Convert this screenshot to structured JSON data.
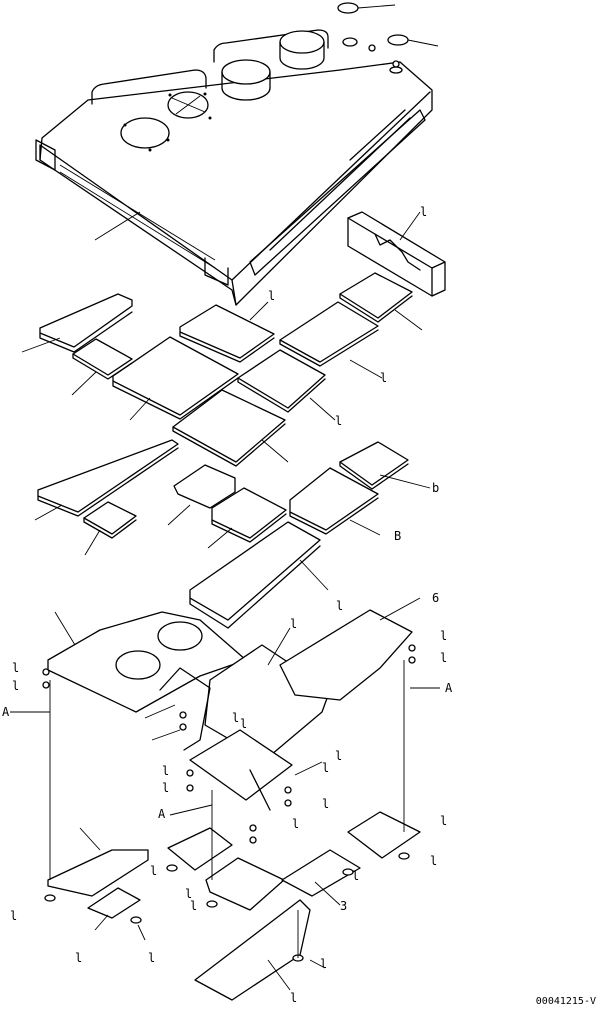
{
  "drawing_code": "00041215-V",
  "callouts": {
    "c1": "l",
    "c2": "l",
    "c3": "l",
    "c4": "l",
    "c5": "b",
    "c6": "B",
    "c7": "6",
    "c8": "l",
    "c9": "l",
    "c10": "l",
    "c11": "l",
    "c12": "A",
    "c13": "l",
    "c14": "l",
    "c15": "l",
    "c16": "l",
    "c17": "A",
    "c18": "l",
    "c19": "l",
    "c20": "l",
    "c21": "A",
    "c22": "l",
    "c23": "l",
    "c24": "l",
    "c25": "l",
    "c26": "l",
    "c27": "l",
    "c28": "l",
    "c29": "l",
    "c30": "3",
    "c31": "l",
    "c32": "l",
    "c33": "l",
    "c34": "l",
    "c35": "l",
    "c36": "l"
  }
}
